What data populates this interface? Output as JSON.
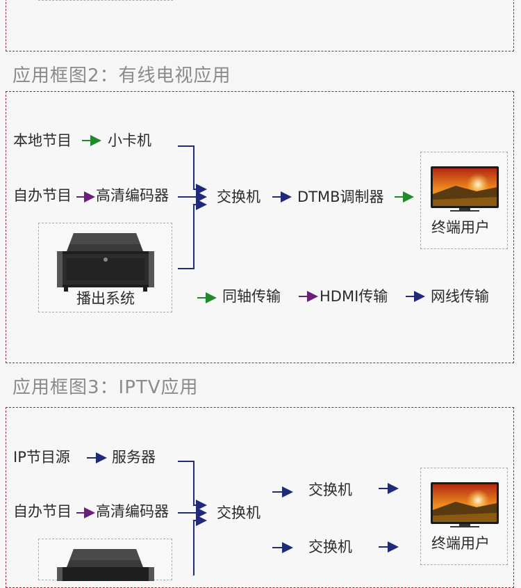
{
  "diagram2": {
    "title": "应用框图2：有线电视应用",
    "source_local": "本地节目",
    "card_machine": "小卡机",
    "source_self": "自办节目",
    "hd_encoder": "高清编码器",
    "broadcast_system": "播出系统",
    "switch": "交换机",
    "dtmb_modulator": "DTMB调制器",
    "terminal_user": "终端用户",
    "legend_coax": "同轴传输",
    "legend_hdmi": "HDMI传输",
    "legend_network": "网线传输"
  },
  "diagram3": {
    "title": "应用框图3：IPTV应用",
    "source_ip": "IP节目源",
    "server": "服务器",
    "source_self": "自办节目",
    "hd_encoder": "高清编码器",
    "switch_main": "交换机",
    "switch_a": "交换机",
    "switch_b": "交换机",
    "terminal_user": "终端用户"
  },
  "colors": {
    "network": "#1f2a7a",
    "coax": "#1f8a2a",
    "hdmi": "#6a1f7a",
    "border": "#8a2a3a"
  }
}
